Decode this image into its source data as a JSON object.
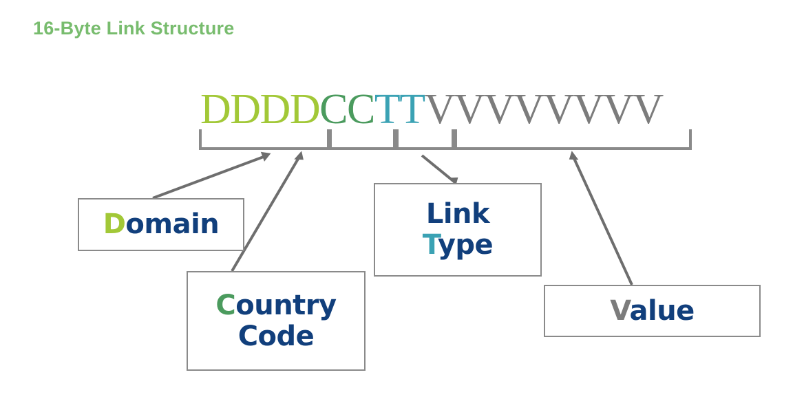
{
  "page": {
    "title": "16-Byte Link Structure",
    "background_color": "#ffffff",
    "title_color": "#78bc6e"
  },
  "byte_strip": {
    "total_bytes": 16,
    "segments": [
      {
        "name": "domain",
        "letter": "D",
        "repeat": 4,
        "text": "DDDD",
        "color": "#a2c837"
      },
      {
        "name": "country",
        "letter": "C",
        "repeat": 2,
        "text": "CC",
        "color": "#4b9b5e"
      },
      {
        "name": "type",
        "letter": "T",
        "repeat": 2,
        "text": "TT",
        "color": "#3ba2b4"
      },
      {
        "name": "value",
        "letter": "V",
        "repeat": 8,
        "text": "VVVVVVVV",
        "color": "#7c7c7c"
      }
    ]
  },
  "brackets": {
    "stroke_color": "#8a8a8a",
    "segments": [
      {
        "name": "domain-bracket",
        "bytes": 4
      },
      {
        "name": "country-bracket",
        "bytes": 2
      },
      {
        "name": "type-bracket",
        "bytes": 2
      },
      {
        "name": "value-bracket",
        "bytes": 8
      }
    ]
  },
  "callouts": {
    "domain": {
      "accent_char": "D",
      "rest": "omain",
      "full_label": "Domain",
      "accent_color": "#a2c837",
      "text_color": "#113f7c",
      "border_color": "#8a8a8a"
    },
    "country_code": {
      "accent_char": "C",
      "rest": "ountry",
      "line2": "Code",
      "full_label": "Country Code",
      "accent_color": "#4b9b5e",
      "text_color": "#113f7c",
      "border_color": "#8a8a8a"
    },
    "link_type": {
      "line1": "Link",
      "accent_char": "T",
      "rest": "ype",
      "full_label": "Link Type",
      "accent_color": "#3ba2b4",
      "text_color": "#113f7c",
      "border_color": "#8a8a8a"
    },
    "value": {
      "accent_char": "V",
      "rest": "alue",
      "full_label": "Value",
      "accent_color": "#7c7c7c",
      "text_color": "#113f7c",
      "border_color": "#8a8a8a"
    }
  }
}
